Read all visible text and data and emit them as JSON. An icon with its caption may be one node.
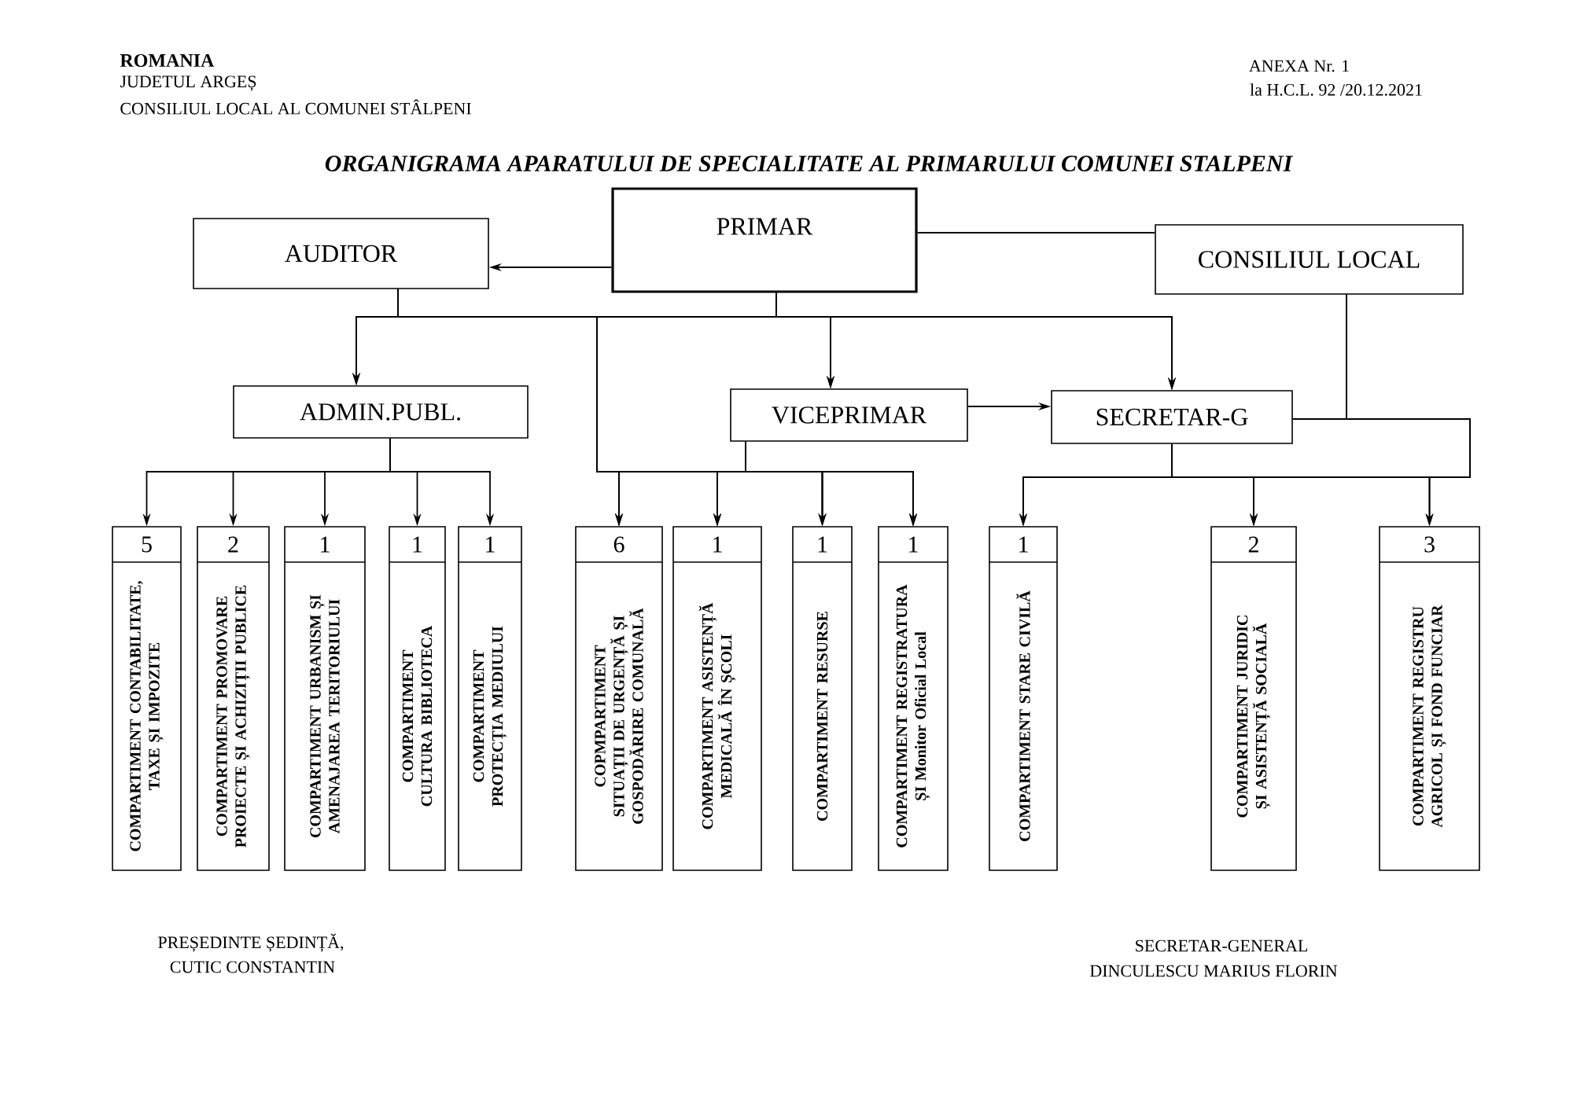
{
  "diagram": {
    "title": "ORGANIGRAMA APARATULUI DE SPECIALITATE AL PRIMARULUI COMUNEI STALPENI",
    "nodes": [
      {
        "text": [
          "PRIMAR"
        ]
      },
      {
        "text": [
          "AUDITOR"
        ]
      },
      {
        "text": [
          "CONSILIUL LOCAL"
        ]
      },
      {
        "text": [
          "ADMIN.PUBL."
        ]
      },
      {
        "text": [
          "VICEPRIMAR"
        ]
      },
      {
        "text": [
          "SECRETAR-G"
        ]
      },
      {
        "text": [
          "5",
          "COMPARTIMENT CONTABILITATE, TAXE ȘI IMPOZITE"
        ]
      },
      {
        "text": [
          "2",
          "COMPARTIMENT PROMOVARE PROIECTE ȘI ACHIZIȚII PUBLICE"
        ]
      },
      {
        "text": [
          "1",
          "COMPARTIMENT URBANISM ȘI AMENAJAREA TERITORIULUI"
        ]
      },
      {
        "text": [
          "1",
          "COMPARTIMENT CULTURA BIBLIOTECA"
        ]
      },
      {
        "text": [
          "1",
          "COMPARTIMENT PROTECȚIA MEDIULUI"
        ]
      },
      {
        "text": [
          "6",
          "COPMPARTIMENT SITUAȚII DE URGENȚĂ ȘI GOSPODĂRIRE COMUNALĂ"
        ]
      },
      {
        "text": [
          "1",
          "COMPARTIMENT ASISTENȚĂ MEDICALĂ ÎN ȘCOLI"
        ]
      },
      {
        "text": [
          "1",
          "COMPARTIMENT RESURSE"
        ]
      },
      {
        "text": [
          "1",
          "COMPARTIMENT REGISTRATURA ȘI Monitor Oficial Local"
        ]
      },
      {
        "text": [
          "1",
          "COMPARTIMENT STARE CIVILĂ"
        ]
      },
      {
        "text": [
          "2",
          "COMPARTIMENT JURIDIC ȘI ASISTENȚĂ SOCIALĂ"
        ]
      },
      {
        "text": [
          "3",
          "COMPARTIMENT REGISTRU AGRICOL ȘI FOND FUNCIAR"
        ]
      }
    ],
    "edges": [
      {
        "from": 0,
        "to": 1,
        "arrow": "to"
      },
      {
        "from": 0,
        "to": 2,
        "arrow": "none"
      },
      {
        "from": 0,
        "to": 3,
        "arrow": "to"
      },
      {
        "from": 0,
        "to": 4,
        "arrow": "to"
      },
      {
        "from": 0,
        "to": 5,
        "arrow": "to"
      },
      {
        "from": 1,
        "to": 3,
        "arrow": "to"
      },
      {
        "from": 1,
        "to": 4,
        "arrow": "to"
      },
      {
        "from": 1,
        "to": 5,
        "arrow": "to"
      },
      {
        "from": 0,
        "to": 11,
        "arrow": "to"
      },
      {
        "from": 0,
        "to": 12,
        "arrow": "to"
      },
      {
        "from": 0,
        "to": 13,
        "arrow": "to"
      },
      {
        "from": 0,
        "to": 14,
        "arrow": "to"
      },
      {
        "from": 1,
        "to": 11,
        "arrow": "to"
      },
      {
        "from": 1,
        "to": 12,
        "arrow": "to"
      },
      {
        "from": 1,
        "to": 13,
        "arrow": "to"
      },
      {
        "from": 1,
        "to": 14,
        "arrow": "to"
      },
      {
        "from": 4,
        "to": 5,
        "arrow": "to"
      },
      {
        "from": 3,
        "to": 6,
        "arrow": "to"
      },
      {
        "from": 3,
        "to": 7,
        "arrow": "to"
      },
      {
        "from": 3,
        "to": 8,
        "arrow": "to"
      },
      {
        "from": 3,
        "to": 9,
        "arrow": "to"
      },
      {
        "from": 3,
        "to": 10,
        "arrow": "to"
      },
      {
        "from": 4,
        "to": 11,
        "arrow": "to"
      },
      {
        "from": 4,
        "to": 12,
        "arrow": "to"
      },
      {
        "from": 4,
        "to": 13,
        "arrow": "to"
      },
      {
        "from": 4,
        "to": 14,
        "arrow": "to"
      },
      {
        "from": 5,
        "to": 15,
        "arrow": "to"
      },
      {
        "from": 5,
        "to": 16,
        "arrow": "to"
      },
      {
        "from": 5,
        "to": 17,
        "arrow": "to"
      },
      {
        "from": 2,
        "to": 15,
        "arrow": "to"
      },
      {
        "from": 2,
        "to": 16,
        "arrow": "to"
      },
      {
        "from": 2,
        "to": 17,
        "arrow": "to"
      }
    ],
    "labels": [
      "ROMANIA",
      "JUDETUL ARGEȘ",
      "CONSILIUL LOCAL AL COMUNEI STÂLPENI",
      "ANEXA Nr. 1",
      "la H.C.L. 92 /20.12.2021",
      "PREȘEDINTE ȘEDINȚĂ,",
      "CUTIC CONSTANTIN",
      "SECRETAR-GENERAL",
      "DINCULESCU MARIUS FLORIN"
    ]
  }
}
